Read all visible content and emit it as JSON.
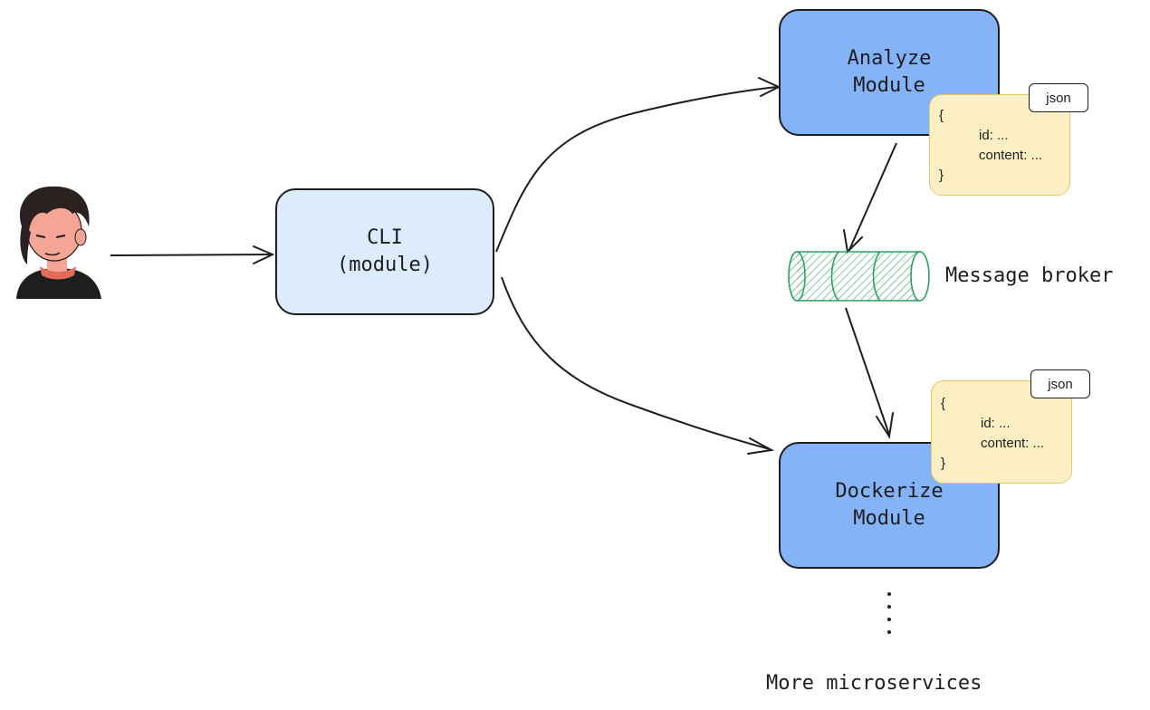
{
  "nodes": {
    "cli": {
      "line1": "CLI",
      "line2": "(module)"
    },
    "analyze": {
      "line1": "Analyze",
      "line2": "Module"
    },
    "dockerize": {
      "line1": "Dockerize",
      "line2": "Module"
    }
  },
  "payload_top": {
    "tag": "json",
    "open": "{",
    "field1": "id: ...",
    "field2": "content: ...",
    "close": "}"
  },
  "payload_bottom": {
    "tag": "json",
    "open": "{",
    "field1": "id: ...",
    "field2": "content: ...",
    "close": "}"
  },
  "broker": {
    "label": "Message broker"
  },
  "more": {
    "label": "More microservices"
  },
  "colors": {
    "cli_fill": "#dcecfd",
    "module_fill": "#84b3f7",
    "payload_fill": "#fcefc4",
    "broker_stroke": "#2f9e64",
    "stroke": "#1e1e1e"
  },
  "icons": {
    "user": "user-avatar-icon"
  }
}
